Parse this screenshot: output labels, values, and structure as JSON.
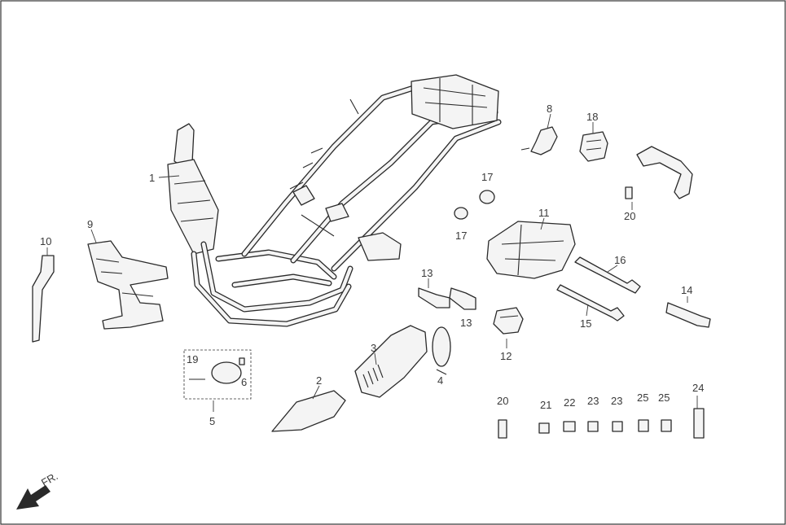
{
  "diagram": {
    "type": "exploded parts diagram",
    "direction_label": "FR.",
    "callouts": [
      {
        "id": "c1",
        "text": "1"
      },
      {
        "id": "c2",
        "text": "2"
      },
      {
        "id": "c3",
        "text": "3"
      },
      {
        "id": "c4",
        "text": "4"
      },
      {
        "id": "c5",
        "text": "5"
      },
      {
        "id": "c6",
        "text": "6"
      },
      {
        "id": "c8",
        "text": "8"
      },
      {
        "id": "c9",
        "text": "9"
      },
      {
        "id": "c10",
        "text": "10"
      },
      {
        "id": "c11",
        "text": "11"
      },
      {
        "id": "c12",
        "text": "12"
      },
      {
        "id": "c13a",
        "text": "13"
      },
      {
        "id": "c13b",
        "text": "13"
      },
      {
        "id": "c14",
        "text": "14"
      },
      {
        "id": "c15",
        "text": "15"
      },
      {
        "id": "c16",
        "text": "16"
      },
      {
        "id": "c17a",
        "text": "17"
      },
      {
        "id": "c17b",
        "text": "17"
      },
      {
        "id": "c18",
        "text": "18"
      },
      {
        "id": "c19",
        "text": "19"
      },
      {
        "id": "c20a",
        "text": "20"
      },
      {
        "id": "c20b",
        "text": "20"
      },
      {
        "id": "c21",
        "text": "21"
      },
      {
        "id": "c22",
        "text": "22"
      },
      {
        "id": "c23a",
        "text": "23"
      },
      {
        "id": "c23b",
        "text": "23"
      },
      {
        "id": "c24",
        "text": "24"
      },
      {
        "id": "c25a",
        "text": "25"
      },
      {
        "id": "c25b",
        "text": "25"
      }
    ]
  }
}
